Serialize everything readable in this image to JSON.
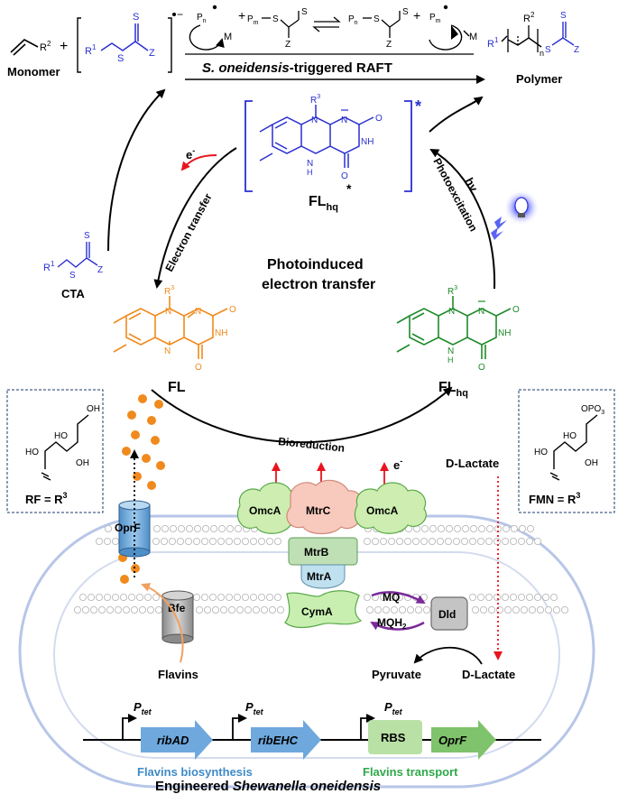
{
  "raft": {
    "radical_Pn": "P",
    "radical_Pn_sub": "n",
    "radical_Pm": "P",
    "radical_Pm_sub": "m",
    "M1": "M",
    "M2": "M",
    "plus": "+",
    "eq_pm_s": "P",
    "eq_pm_sub": "m",
    "eq_pn_s": "P",
    "eq_pn_sub": "n",
    "S": "S",
    "Z": "Z",
    "title_italic": "S. oneidensis",
    "title_rest": "-triggered RAFT",
    "monomer_label": "Monomer",
    "monomer_R2": "R",
    "monomer_R2_sup": "2",
    "cta_bracket_R1": "R",
    "cta_bracket_R1_sup": "1",
    "polymer_label": "Polymer",
    "polymer_R1": "R",
    "polymer_R1_sup": "1",
    "polymer_R2": "R",
    "polymer_R2_sup": "2",
    "polymer_n": "n"
  },
  "cycle": {
    "center_line1": "Photoinduced",
    "center_line2": "electron transfer",
    "electron_transfer": "Electron transfer",
    "photoexcitation": "Photoexcitation",
    "hv": "hv",
    "e_minus": "e",
    "bioreduction": "Bioreduction",
    "e_minus2": "e"
  },
  "molecules": {
    "flhq_star_label": "FL",
    "flhq_star_sub": "hq",
    "flhq_star_mark": "*",
    "bracket_star": "*",
    "fl_label": "FL",
    "flhq_label": "FL",
    "flhq_sub": "hq",
    "R3": "R",
    "R3_sup": "3",
    "N": "N",
    "NH": "NH",
    "H": "H",
    "O": "O",
    "cta_label": "CTA",
    "cta_R1": "R",
    "cta_R1_sup": "1"
  },
  "side_boxes": {
    "rf_label": "RF = R",
    "rf_sup": "3",
    "fmn_label": "FMN = R",
    "fmn_sup": "3",
    "OH": "OH",
    "HO": "HO",
    "OPO3": "OPO",
    "OPO3_sub": "3"
  },
  "membrane": {
    "OprF": "OprF",
    "Bfe": "Bfe",
    "OmcA_left": "OmcA",
    "MtrC": "MtrC",
    "OmcA_right": "OmcA",
    "MtrB": "MtrB",
    "MtrA": "MtrA",
    "CymA": "CymA",
    "MQ": "MQ",
    "MQH2": "MQH",
    "MQH2_sub": "2",
    "Dld": "Dld",
    "D_Lactate_out": "D-Lactate",
    "D_Lactate_in": "D-Lactate",
    "Pyruvate": "Pyruvate",
    "Flavins": "Flavins"
  },
  "genes": {
    "Ptet": "P",
    "Ptet_sub": "tet",
    "ribAD": "ribAD",
    "ribEHC": "ribEHC",
    "RBS": "RBS",
    "OprF": "OprF",
    "biosynthesis_label": "Flavins  biosynthesis",
    "transport_label": "Flavins  transport",
    "footer_prefix": "Engineered ",
    "footer_italic": "Shewanella oneidensis"
  },
  "colors": {
    "blue": "#2a2fd0",
    "orange": "#f08a1d",
    "green": "#1f8a2a",
    "red": "#e8141e",
    "purple": "#7a2a9a",
    "gene_blue": "#6ea8dc",
    "gene_green": "#7fc36c",
    "omc_green": "#cdeeb0",
    "mtrc_pink": "#f8c9bd",
    "mtrb_green": "#bfe0b5",
    "mtra_blue": "#bfe0ef",
    "cyma_green": "#c8efb0"
  }
}
